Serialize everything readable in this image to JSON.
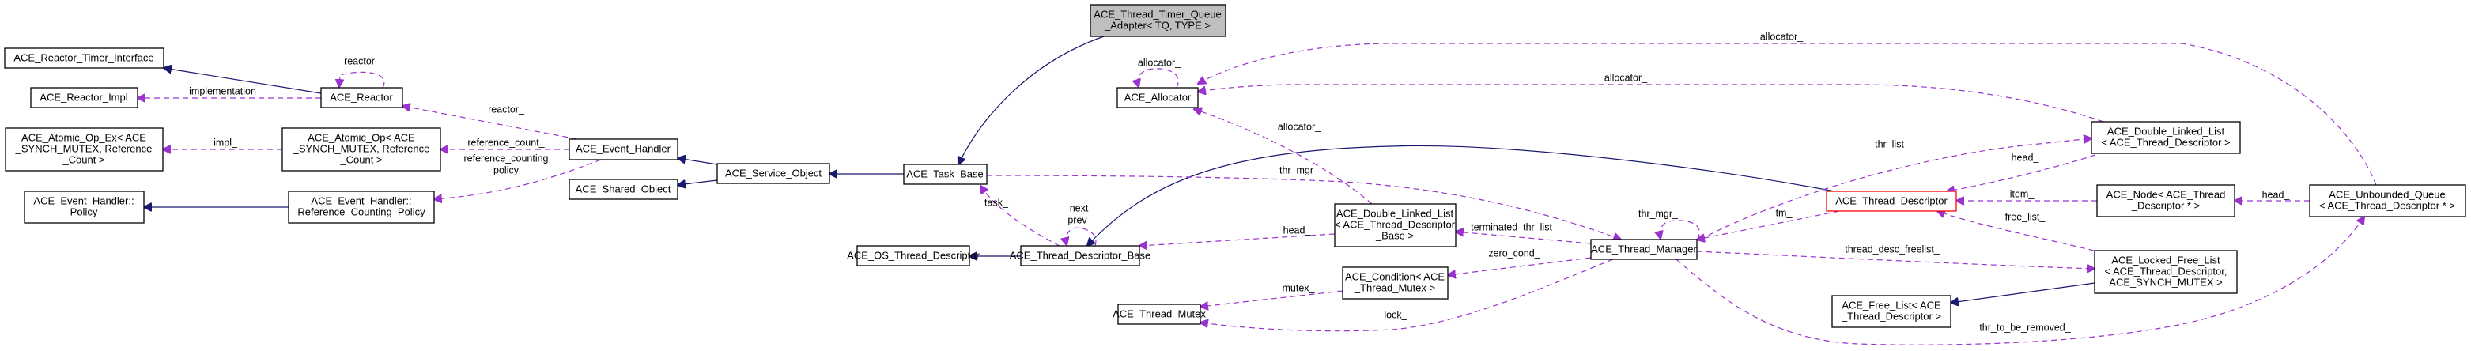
{
  "diagram": {
    "title": "ACE_Thread_Timer_Queue_Adapter< TQ, TYPE > collaboration graph",
    "colors": {
      "inheritance_edge": "#191970",
      "usage_edge": "#9a32cd",
      "focus_fill": "#bfbfbf",
      "highlight_border": "#ff0000",
      "node_border": "#000000",
      "node_fill": "#ffffff"
    },
    "nodes": [
      {
        "id": "timer_iface",
        "lines": [
          "ACE_Reactor_Timer_Interface"
        ]
      },
      {
        "id": "reactor_impl",
        "lines": [
          "ACE_Reactor_Impl"
        ]
      },
      {
        "id": "atomic_op_ex",
        "lines": [
          "ACE_Atomic_Op_Ex< ACE",
          "_SYNCH_MUTEX, Reference",
          "_Count >"
        ]
      },
      {
        "id": "eh_policy",
        "lines": [
          "ACE_Event_Handler::",
          "Policy"
        ]
      },
      {
        "id": "reactor",
        "lines": [
          "ACE_Reactor"
        ]
      },
      {
        "id": "atomic_op",
        "lines": [
          "ACE_Atomic_Op< ACE",
          "_SYNCH_MUTEX, Reference",
          "_Count >"
        ]
      },
      {
        "id": "eh_refpolicy",
        "lines": [
          "ACE_Event_Handler::",
          "Reference_Counting_Policy"
        ]
      },
      {
        "id": "event_handler",
        "lines": [
          "ACE_Event_Handler"
        ]
      },
      {
        "id": "shared_object",
        "lines": [
          "ACE_Shared_Object"
        ]
      },
      {
        "id": "service_object",
        "lines": [
          "ACE_Service_Object"
        ]
      },
      {
        "id": "task_base",
        "lines": [
          "ACE_Task_Base"
        ]
      },
      {
        "id": "adapter",
        "lines": [
          "ACE_Thread_Timer_Queue",
          "_Adapter< TQ, TYPE >"
        ]
      },
      {
        "id": "allocator",
        "lines": [
          "ACE_Allocator"
        ]
      },
      {
        "id": "os_thread_desc",
        "lines": [
          "ACE_OS_Thread_Descriptor"
        ]
      },
      {
        "id": "thread_desc_base",
        "lines": [
          "ACE_Thread_Descriptor_Base"
        ]
      },
      {
        "id": "thread_mutex",
        "lines": [
          "ACE_Thread_Mutex"
        ]
      },
      {
        "id": "dll_base",
        "lines": [
          "ACE_Double_Linked_List",
          "< ACE_Thread_Descriptor",
          "_Base >"
        ]
      },
      {
        "id": "condition",
        "lines": [
          "ACE_Condition< ACE",
          "_Thread_Mutex >"
        ]
      },
      {
        "id": "thread_manager",
        "lines": [
          "ACE_Thread_Manager"
        ]
      },
      {
        "id": "thread_desc",
        "lines": [
          "ACE_Thread_Descriptor"
        ]
      },
      {
        "id": "dll_desc",
        "lines": [
          "ACE_Double_Linked_List",
          "< ACE_Thread_Descriptor >"
        ]
      },
      {
        "id": "node",
        "lines": [
          "ACE_Node< ACE_Thread",
          "_Descriptor * >"
        ]
      },
      {
        "id": "unbounded_queue",
        "lines": [
          "ACE_Unbounded_Queue",
          "< ACE_Thread_Descriptor * >"
        ]
      },
      {
        "id": "locked_free_list",
        "lines": [
          "ACE_Locked_Free_List",
          "< ACE_Thread_Descriptor,",
          "ACE_SYNCH_MUTEX >"
        ]
      },
      {
        "id": "free_list",
        "lines": [
          "ACE_Free_List< ACE",
          "_Thread_Descriptor >"
        ]
      }
    ],
    "edge_labels": {
      "implementation": "implementation_",
      "reactor_self": "reactor_",
      "impl": "impl_",
      "reactor": "reactor_",
      "reference_count": "reference_count_",
      "reference_counting_policy": [
        "reference_counting",
        "_policy_"
      ],
      "allocator_self": "allocator_",
      "allocator_top": "allocator_",
      "allocator_mid": "allocator_",
      "allocator_dll": "allocator_",
      "thr_mgr_task": "thr_mgr_",
      "task": "task_",
      "next_prev": [
        "next_",
        "prev_"
      ],
      "head_base": "head_",
      "mutex": "mutex_",
      "lock": "lock_",
      "terminated_thr_list": "terminated_thr_list_",
      "zero_cond": "zero_cond_",
      "thr_mgr_self": "thr_mgr_",
      "tm": "tm_",
      "thr_list": "thr_list_",
      "head_desc": "head_",
      "item": "item_",
      "free_list": "free_list_",
      "thread_desc_freelist": "thread_desc_freelist_",
      "thr_to_be_removed": "thr_to_be_removed_",
      "head_queue": "head_"
    }
  }
}
